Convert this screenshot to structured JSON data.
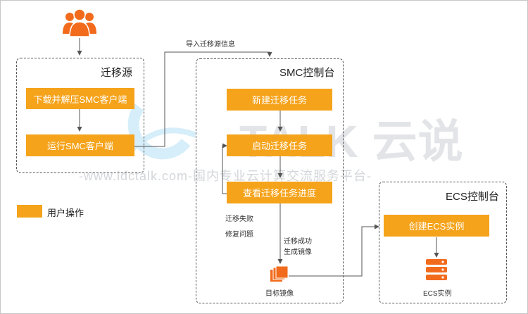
{
  "watermark": {
    "brand": "TALK 云说",
    "tagline": "-www.idctalk.com-国内专业云计算交流服务平台-"
  },
  "source_group": {
    "title": "迁移源",
    "steps": [
      "下载并解压SMC客户端",
      "运行SMC客户端"
    ]
  },
  "smc_group": {
    "title": "SMC控制台",
    "steps": [
      "新建迁移任务",
      "启动迁移任务",
      "查看迁移任务进度"
    ]
  },
  "ecs_group": {
    "title": "ECS控制台",
    "steps": [
      "创建ECS实例"
    ]
  },
  "edge_labels": {
    "import_info": "导入迁移源信息",
    "fail": "迁移失败",
    "fix": "修复问题",
    "success_line1": "迁移成功",
    "success_line2": "生成镜像"
  },
  "nodes": {
    "target_image": "目标镜像",
    "ecs_instance": "ECS实例"
  },
  "legend": {
    "label": "用户操作",
    "color": "#f5a31b"
  },
  "icons": [
    "users-icon",
    "image-stack-icon",
    "server-icon"
  ],
  "colors": {
    "accent": "#f5a31b",
    "connector": "#555555"
  }
}
